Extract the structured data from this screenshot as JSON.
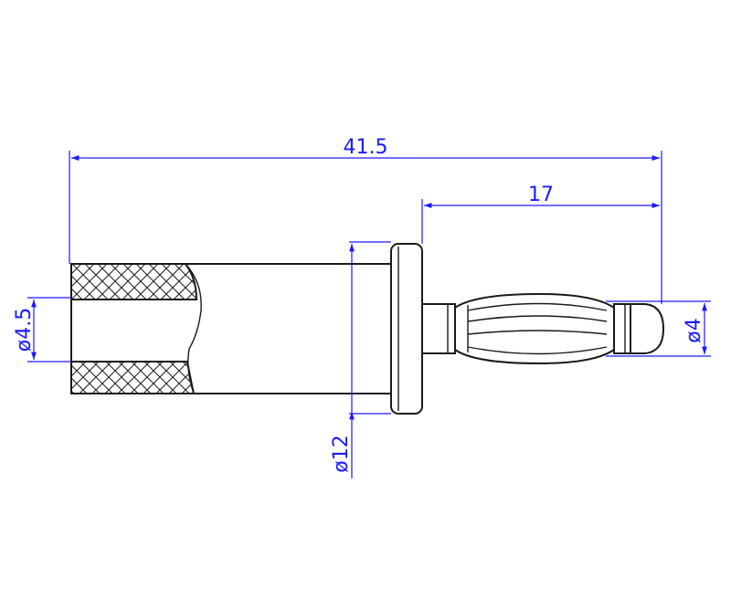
{
  "dimensions": {
    "overall_length": "41.5",
    "plug_length": "17",
    "bore_diameter": "ø4.5",
    "flange_diameter": "ø12",
    "pin_diameter": "ø4"
  },
  "colors": {
    "dimension": "#1a1aff",
    "outline": "#1a1a1a"
  }
}
